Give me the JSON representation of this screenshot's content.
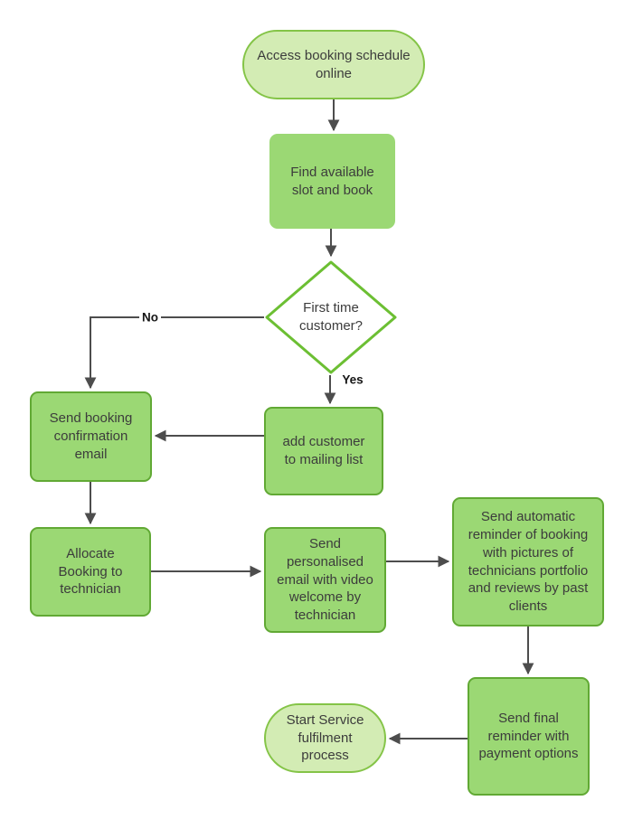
{
  "colors": {
    "process_fill": "#9bd874",
    "process_border": "#61a934",
    "terminator_fill": "#d3ecb4",
    "terminator_border": "#84c447",
    "decision_fill": "#ffffff",
    "decision_border": "#6cbf33",
    "connector": "#4d4d4d",
    "text": "#3c3c3c"
  },
  "nodes": [
    {
      "id": "start",
      "type": "terminator",
      "label": "Access booking schedule\nonline"
    },
    {
      "id": "find_slot",
      "type": "process",
      "label": "Find available\nslot and book"
    },
    {
      "id": "first_time",
      "type": "decision",
      "label": "First time\ncustomer?"
    },
    {
      "id": "send_confirmation",
      "type": "process",
      "label": "Send booking\nconfirmation\nemail"
    },
    {
      "id": "add_customer",
      "type": "process",
      "label": "add customer\nto mailing list"
    },
    {
      "id": "allocate",
      "type": "process",
      "label": "Allocate\nBooking to\ntechnician"
    },
    {
      "id": "personalised",
      "type": "process",
      "label": "Send\npersonalised\nemail with video\nwelcome by\ntechnician"
    },
    {
      "id": "auto_reminder",
      "type": "process",
      "label": "Send automatic\nreminder of booking\nwith pictures of\ntechnicians portfolio\nand reviews by past\nclients"
    },
    {
      "id": "final_reminder",
      "type": "process",
      "label": "Send final\nreminder with\npayment options"
    },
    {
      "id": "end",
      "type": "terminator",
      "label": "Start Service\nfulfilment\nprocess"
    }
  ],
  "edges": [
    {
      "from": "start",
      "to": "find_slot",
      "label": ""
    },
    {
      "from": "find_slot",
      "to": "first_time",
      "label": ""
    },
    {
      "from": "first_time",
      "to": "send_confirmation",
      "label": "No"
    },
    {
      "from": "first_time",
      "to": "add_customer",
      "label": "Yes"
    },
    {
      "from": "add_customer",
      "to": "send_confirmation",
      "label": ""
    },
    {
      "from": "send_confirmation",
      "to": "allocate",
      "label": ""
    },
    {
      "from": "allocate",
      "to": "personalised",
      "label": ""
    },
    {
      "from": "personalised",
      "to": "auto_reminder",
      "label": ""
    },
    {
      "from": "auto_reminder",
      "to": "final_reminder",
      "label": ""
    },
    {
      "from": "final_reminder",
      "to": "end",
      "label": ""
    }
  ]
}
